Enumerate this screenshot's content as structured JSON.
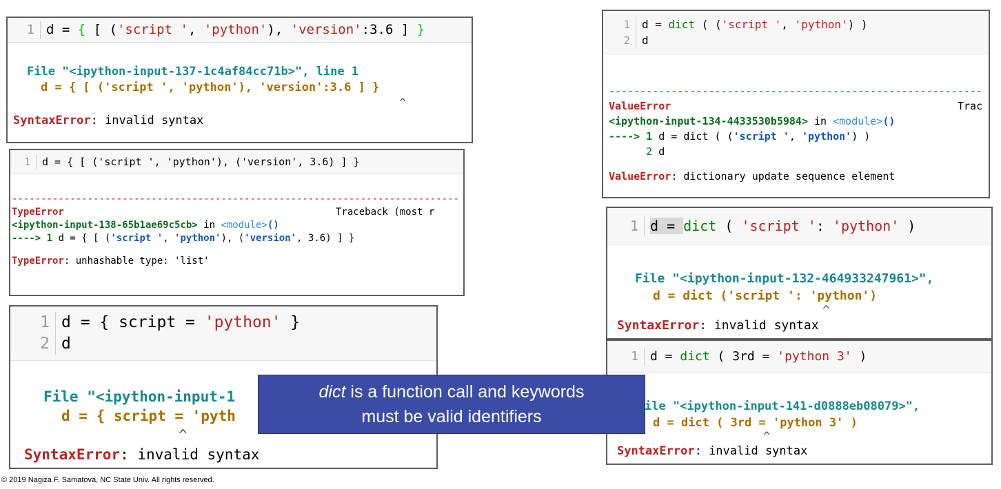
{
  "cell1": {
    "line_numbers": "1",
    "code": {
      "a": "d = ",
      "b": "{",
      "c": " [ (",
      "d": "'script '",
      "e": ", ",
      "f": "'python'",
      "g": "), ",
      "h": "'version'",
      "i": ":3.6 ] ",
      "j": "}"
    },
    "out": {
      "file": "File \"<ipython-input-137-1c4af84cc71b>\", line 1",
      "line": "d = { [ ('script ', 'python'), 'version':3.6 ] }",
      "caret": "^",
      "err_name": "SyntaxError",
      "err_msg": ": invalid syntax"
    }
  },
  "cell2": {
    "line_numbers": "1",
    "code": "d = { [ ('script ', 'python'), ('version', 3.6) ] }",
    "out": {
      "dashes": "-------------------------------------------------------------------------------",
      "err_type": "TypeError",
      "traceback": "Traceback (most r",
      "input_name": "<ipython-input-138-65b1ae69c5cb>",
      "in_word": " in ",
      "module": "<module>",
      "parens": "()",
      "arrow": "----> 1",
      "line_a": " d = { [ (",
      "s1": "'script '",
      "line_b": ", ",
      "s2": "'python'",
      "line_c": "), (",
      "s3": "'version'",
      "line_d": ", 3.6) ] }",
      "err_name": "TypeError",
      "err_msg": ": unhashable type: 'list'"
    }
  },
  "cell3": {
    "line_numbers": "1\n2",
    "code": {
      "a": "d = { script = ",
      "b": "'python'",
      "c": " }",
      "line2": "d"
    },
    "out": {
      "file": "File \"<ipython-input-1",
      "line": "d = { script = 'pyth",
      "caret": "^",
      "err_name": "SyntaxError",
      "err_msg": ": invalid syntax"
    }
  },
  "cell4": {
    "line_numbers": "1\n2",
    "code": {
      "a": "d = ",
      "b": "dict",
      "c": " ( (",
      "d": "'script '",
      "e": ", ",
      "f": "'python'",
      "g": ") )",
      "line2": "d"
    },
    "out": {
      "dashes": "-------------------------------------------------------------------------------",
      "err_type": "ValueError",
      "traceback": "Trac",
      "input_name": "<ipython-input-134-4433530b5984>",
      "in_word": " in ",
      "module": "<module>",
      "parens": "()",
      "arrow": "----> 1",
      "line_a": " d = dict ( (",
      "s1": "'script '",
      "line_b": ", ",
      "s2": "'python'",
      "line_c": ") )",
      "line2_num": "      2",
      "line2_code": " d",
      "err_name": "ValueError",
      "err_msg": ": dictionary update sequence element"
    }
  },
  "cell5": {
    "line_numbers": "1",
    "code": {
      "a": "d = ",
      "b": "dict",
      "c": " ( ",
      "d": "'script '",
      "e": ": ",
      "f": "'python'",
      "g": " )"
    },
    "out": {
      "file": "File \"<ipython-input-132-464933247961>\",",
      "line": "d = dict ('script ': 'python')",
      "caret": "^",
      "err_name": "SyntaxError",
      "err_msg": ": invalid syntax"
    }
  },
  "cell6": {
    "line_numbers": "1",
    "code": {
      "a": "d = ",
      "b": "dict",
      "c": " ( 3rd = ",
      "d": "'python 3'",
      "e": " )"
    },
    "out": {
      "file": "ile \"<ipython-input-141-d0888eb08079>\",",
      "line": "d = dict ( 3rd = 'python 3' )",
      "caret": "^",
      "err_name": "SyntaxError",
      "err_msg": ": invalid syntax"
    }
  },
  "callout": {
    "italic": "dict",
    "rest": " is a function call and keywords",
    "line2": "must be valid identifiers"
  },
  "footer": "© 2019  Nagiza F. Samatova, NC State Univ. All rights reserved."
}
